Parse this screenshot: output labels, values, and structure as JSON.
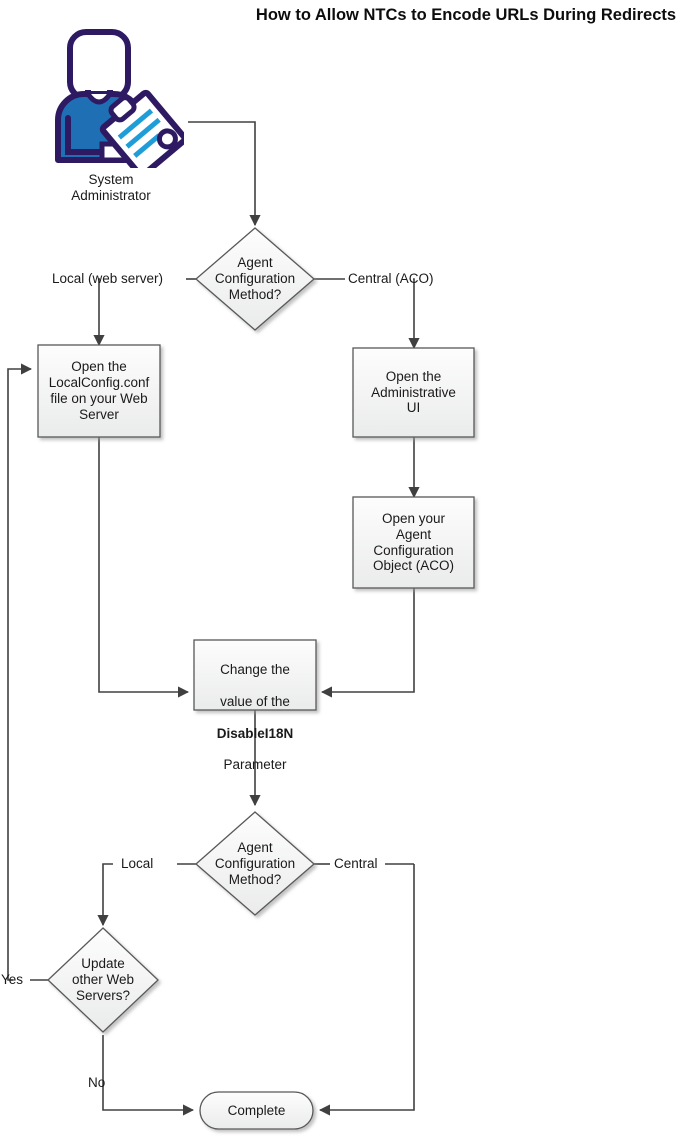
{
  "title": "How to Allow NTCs to Encode URLs During Redirects",
  "colors": {
    "shape_fill_top": "#fdfdfd",
    "shape_fill_bottom": "#eceded",
    "shape_stroke": "#595959",
    "connector": "#404040",
    "text": "#1a1a1a",
    "icon_outline": "#2e1a62",
    "icon_fill": "#1f6fb5",
    "icon_accent": "#1f9dd9",
    "icon_white": "#ffffff"
  },
  "actor": {
    "icon_name": "system-administrator-icon",
    "caption": "System\nAdministrator"
  },
  "nodes": [
    {
      "id": "decision-config-method-1",
      "type": "decision",
      "label": "Agent\nConfiguration\nMethod?"
    },
    {
      "id": "process-open-localconfig",
      "type": "process",
      "label": "Open the\nLocalConfig.conf\nfile on your Web\nServer"
    },
    {
      "id": "process-open-admin-ui",
      "type": "process",
      "label": "Open the\nAdministrative\nUI"
    },
    {
      "id": "process-open-aco",
      "type": "process",
      "label": "Open your\nAgent\nConfiguration\nObject (ACO)"
    },
    {
      "id": "process-change-disablei18n",
      "type": "process",
      "label_line1": "Change the",
      "label_line2": "value of the",
      "label_line3": "DisableI18N",
      "label_line4": "Parameter",
      "bold_token": "DisableI18N"
    },
    {
      "id": "decision-config-method-2",
      "type": "decision",
      "label": "Agent\nConfiguration\nMethod?"
    },
    {
      "id": "decision-update-other-servers",
      "type": "decision",
      "label": "Update\nother Web\nServers?"
    },
    {
      "id": "terminator-complete",
      "type": "terminator",
      "label": "Complete"
    }
  ],
  "edge_labels": {
    "local_web_server": "Local (web server)",
    "central_aco": "Central (ACO)",
    "local": "Local",
    "central": "Central",
    "yes": "Yes",
    "no": "No"
  }
}
